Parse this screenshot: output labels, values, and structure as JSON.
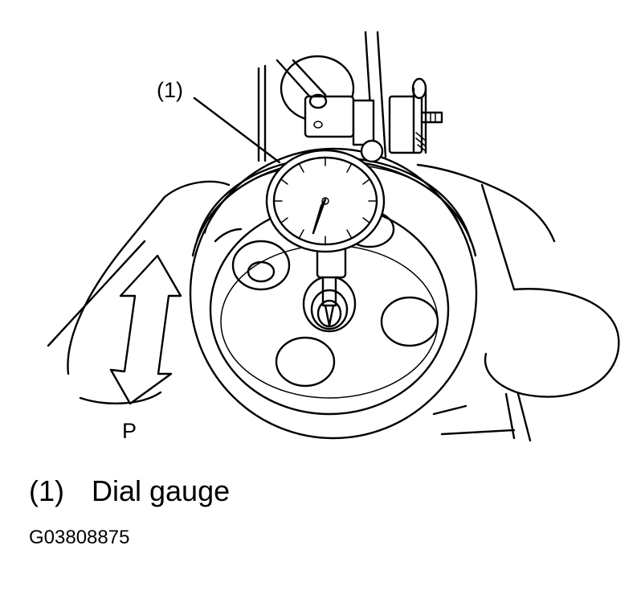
{
  "figure": {
    "callout_label": "(1)",
    "arrow_label": "P"
  },
  "caption": {
    "number": "(1)",
    "text": "Dial gauge"
  },
  "figure_id": "G03808875",
  "colors": {
    "ink": "#000000",
    "background": "#ffffff"
  }
}
